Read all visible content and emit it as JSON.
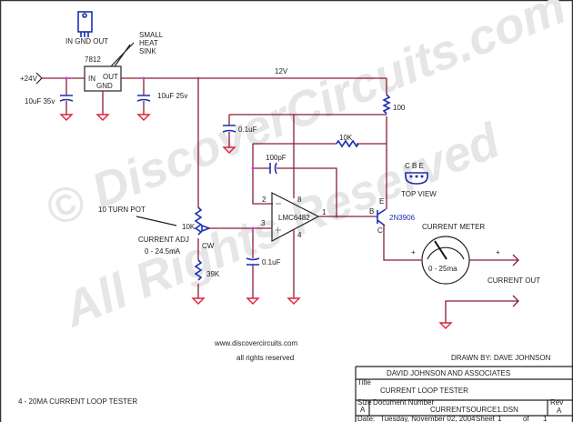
{
  "watermark": {
    "line1": "© DiscoverCircuits.com",
    "line2": "All Rights Reserved"
  },
  "regulator": {
    "pinout": "IN GND OUT",
    "part": "7812",
    "in": "IN",
    "out": "OUT",
    "gnd": "GND",
    "heatsink": [
      "SMALL",
      "HEAT",
      "SINK"
    ]
  },
  "supply": {
    "input": "+24V",
    "rail": "12V"
  },
  "components": {
    "c_in": "10uF 35v",
    "c_out": "10uF 25v",
    "c_bypass": "0.1uF",
    "c_fb": "100pF",
    "c_in3": "0.1uF",
    "r_fb": "10K",
    "r_e": "100",
    "pot": "10K",
    "pot_note": "10 TURN POT",
    "pot_label": "CURRENT ADJ",
    "pot_range": "0 - 24.5mA",
    "cw": "CW",
    "r_low": "39K",
    "opamp": "LMC6482",
    "pin2": "2",
    "pin3": "3",
    "pin8": "8",
    "pin4": "4",
    "pin1": "1",
    "transistor": "2N3906",
    "e": "E",
    "b": "B",
    "c": "C",
    "topview": {
      "pins": "C B E",
      "label": "TOP VIEW"
    },
    "meter": {
      "label": "CURRENT METER",
      "range": "0 - 25ma",
      "plus": "+"
    },
    "output": "CURRENT OUT"
  },
  "footer": {
    "url": "www.discovercircuits.com",
    "rights": "all rights reserved",
    "title": "4 - 20MA CURRENT LOOP TESTER",
    "drawn_by": "DRAWN BY: DAVE JOHNSON"
  },
  "titleblock": {
    "company": "DAVID JOHNSON AND ASSOCIATES",
    "title_lbl": "Title",
    "title": "CURRENT LOOP TESTER",
    "size_lbl": "Size",
    "size": "A",
    "docnum_lbl": "Document Number",
    "docnum": "CURRENTSOURCE1.DSN",
    "rev_lbl": "Rev",
    "rev": "A",
    "date_lbl": "Date:",
    "date": "Tuesday, November 02, 2004",
    "sheet_lbl": "Sheet",
    "sheet": "1",
    "of": "of",
    "sheets": "1"
  }
}
